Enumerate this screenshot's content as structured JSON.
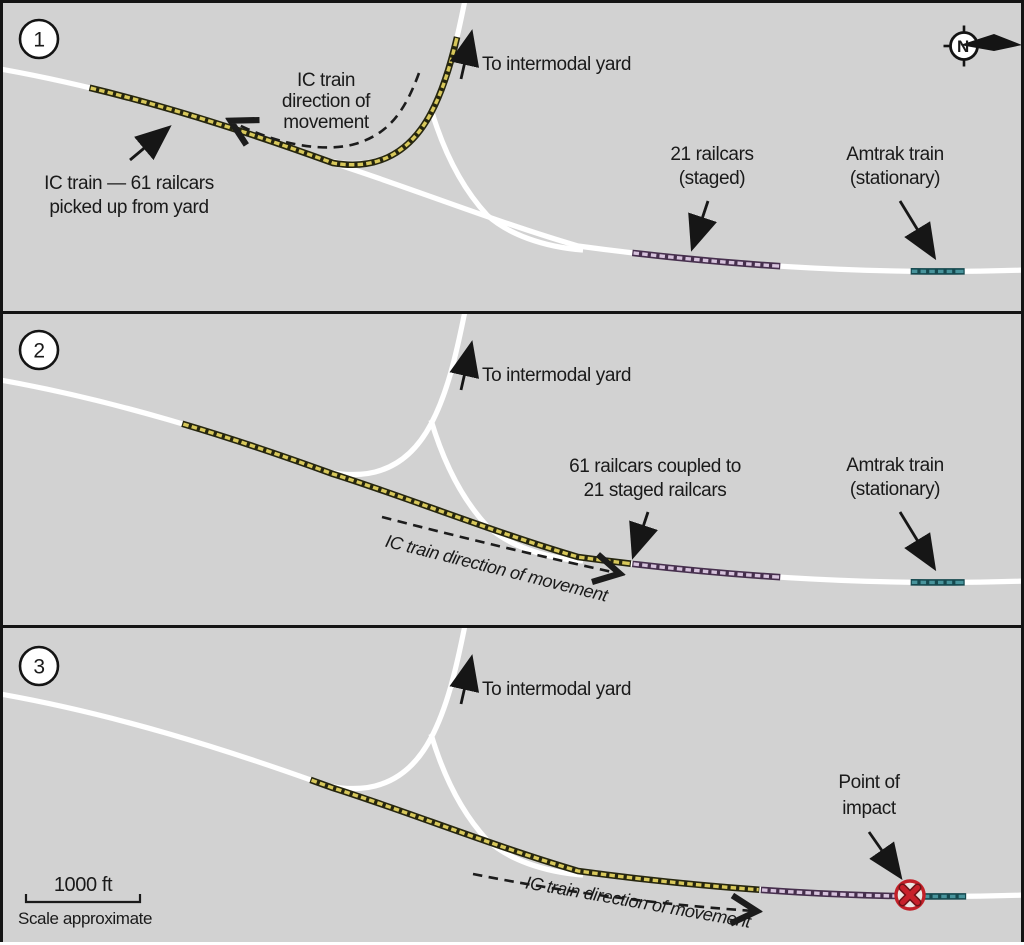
{
  "figure_title": "Three-panel railroad accident sequence diagram",
  "colors": {
    "background": "#d2d2d2",
    "track": "#ffffff",
    "border": "#141414",
    "text": "#1a1a1a",
    "ic_train_outline": "#26260f",
    "ic_train_dash": "#d8c85a",
    "staged_outline": "#462f4d",
    "staged_dash": "#d6c2dc",
    "amtrak_outline": "#16494f",
    "amtrak_dash": "#48949c",
    "impact_ring": "#c22028",
    "impact_x": "#c8202a",
    "impact_x_outline": "#6e1216",
    "impact_fill": "#ece7e3"
  },
  "shared": {
    "yard_label": "To intermodal yard",
    "amtrak_label_line1": "Amtrak train",
    "amtrak_label_line2": "(stationary)",
    "movement_label_inline": "IC train direction of movement"
  },
  "compass": {
    "label": "N"
  },
  "panel1": {
    "number": "1",
    "ic_label_line1": "IC train — 61 railcars",
    "ic_label_line2": "picked up from yard",
    "movement_label_line1": "IC train",
    "movement_label_line2": "direction of",
    "movement_label_line3": "movement",
    "staged_label_line1": "21 railcars",
    "staged_label_line2": "(staged)"
  },
  "panel2": {
    "number": "2",
    "coupled_label_line1": "61 railcars coupled to",
    "coupled_label_line2": "21 staged railcars"
  },
  "panel3": {
    "number": "3",
    "impact_label_line1": "Point of",
    "impact_label_line2": "impact",
    "scale_distance": "1000 ft",
    "scale_note": "Scale approximate"
  }
}
